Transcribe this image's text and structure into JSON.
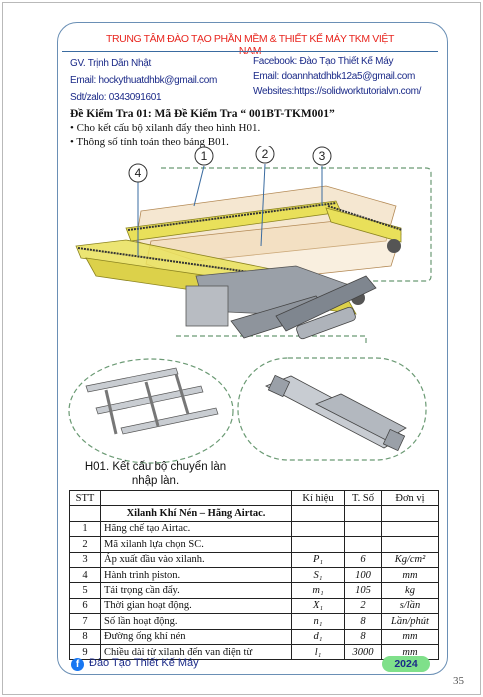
{
  "header": {
    "center_title": "TRUNG TÂM ĐÀO TẠO PHẦN MỀM & THIẾT KẾ MÁY TKM VIỆT NAM",
    "teacher": "GV. Trịnh Dãn Nhật",
    "email_left": "Email: hockythuatdhbk@gmail.com",
    "phone": "Sdt/zalo: 0343091601",
    "facebook": "Facebook: Đào Tạo Thiết Kế Máy",
    "email_right": "Email: doannhatdhbk12a5@gmail.com",
    "website": "Websites:https://solidworktutorialvn.com/"
  },
  "exam": {
    "title": "Đề Kiểm Tra 01: Mã Đề Kiểm Tra “ 001BT-TKM001”",
    "bullets": [
      "• Cho kết cấu bộ xilanh đẩy theo hình H01.",
      "• Thông số tính toán theo bảng B01."
    ]
  },
  "figure": {
    "callouts": [
      "1",
      "2",
      "3",
      "4"
    ],
    "caption_line1": "H01. Kết cấu bộ chuyển làn",
    "caption_line2": "nhập làn."
  },
  "table": {
    "headers": [
      "STT",
      "",
      "Kí hiệu",
      "T. Số",
      "Đơn vị"
    ],
    "group_title": "Xilanh Khí Nén – Hãng Airtac.",
    "rows": [
      {
        "stt": "1",
        "desc": "Hãng chế tạo Airtac.",
        "sym": "",
        "val": "",
        "unit": ""
      },
      {
        "stt": "2",
        "desc": "Mã xilanh lựa chọn SC.",
        "sym": "",
        "val": "",
        "unit": ""
      },
      {
        "stt": "3",
        "desc": "Áp xuất đầu vào xilanh.",
        "sym": "P₁",
        "val": "6",
        "unit": "Kg/cm²"
      },
      {
        "stt": "4",
        "desc": "Hành trình piston.",
        "sym": "S₁",
        "val": "100",
        "unit": "mm"
      },
      {
        "stt": "5",
        "desc": "Tải trọng cần đẩy.",
        "sym": "m₁",
        "val": "105",
        "unit": "kg"
      },
      {
        "stt": "6",
        "desc": "Thời gian hoạt động.",
        "sym": "X₁",
        "val": "2",
        "unit": "s/lần"
      },
      {
        "stt": "7",
        "desc": "Số lần hoạt động.",
        "sym": "n₁",
        "val": "8",
        "unit": "Lần/phút"
      },
      {
        "stt": "8",
        "desc": "Đường ống khí nén",
        "sym": "d₁",
        "val": "8",
        "unit": "mm"
      },
      {
        "stt": "9",
        "desc": "Chiều dài từ xilanh đến van điện  từ",
        "sym": "l₁",
        "val": "3000",
        "unit": "mm"
      }
    ]
  },
  "footer": {
    "fb_glyph": "f",
    "label": "Đào Tạo Thiết Kế Máy",
    "year": "2024",
    "page_number": "35"
  },
  "colors": {
    "title_red": "#e8261f",
    "text_navy": "#1b2a88",
    "badge_green": "#7fe08a",
    "yellow_part": "#e9e05a",
    "frame_blue": "#6a8fb5"
  }
}
